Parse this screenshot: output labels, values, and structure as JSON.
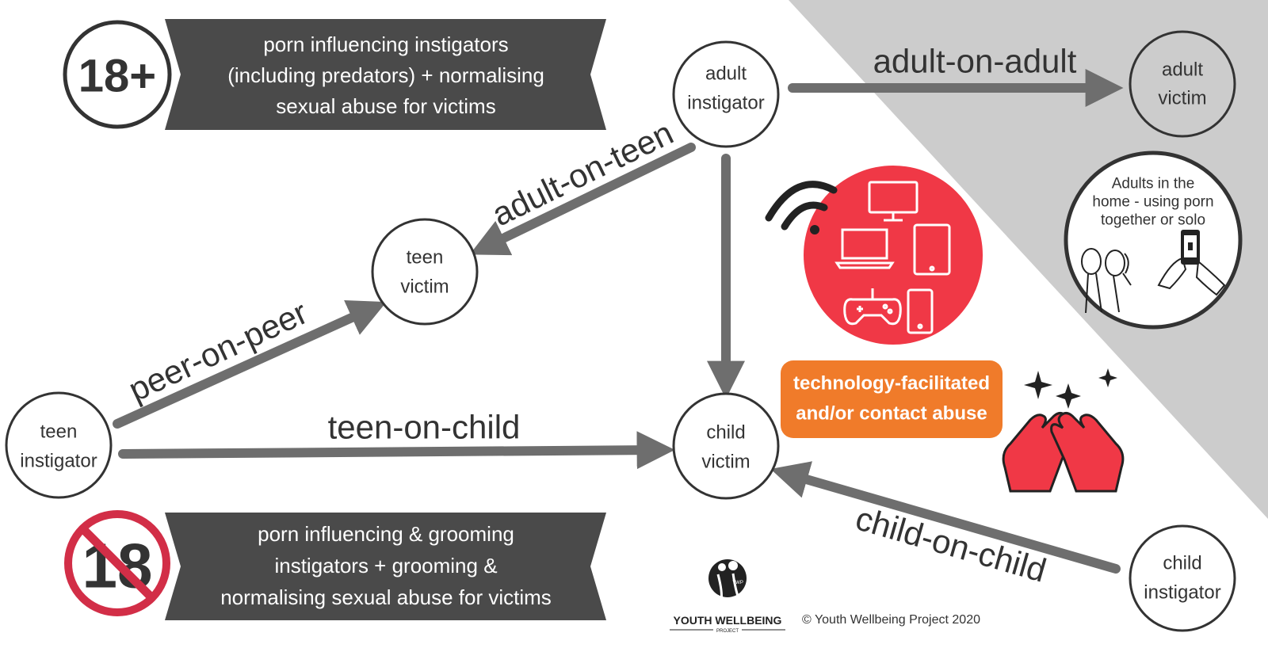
{
  "colors": {
    "banner": "#4a4a4a",
    "arrow": "#6e6e6e",
    "grey_region": "#cccccc",
    "device_circle": "#f03846",
    "tech_box": "#f07b2a",
    "text": "#333333",
    "no_sign": "#d22e47"
  },
  "banners": {
    "adult": {
      "lines": [
        "porn influencing instigators",
        "(including predators) + normalising",
        "sexual abuse for victims"
      ]
    },
    "child": {
      "lines": [
        "porn influencing & grooming",
        "instigators + grooming &",
        "normalising sexual abuse for victims"
      ]
    }
  },
  "badges": {
    "adult": "18+",
    "child": "18"
  },
  "nodes": {
    "adult_instigator": [
      "adult",
      "instigator"
    ],
    "adult_victim": [
      "adult",
      "victim"
    ],
    "teen_victim": [
      "teen",
      "victim"
    ],
    "teen_instigator": [
      "teen",
      "instigator"
    ],
    "child_victim": [
      "child",
      "victim"
    ],
    "child_instigator": [
      "child",
      "instigator"
    ]
  },
  "edges": {
    "adult_on_adult": "adult-on-adult",
    "adult_on_teen": "adult-on-teen",
    "peer_on_peer": "peer-on-peer",
    "teen_on_child": "teen-on-child",
    "child_on_child": "child-on-child"
  },
  "tech_box": {
    "lines": [
      "technology-facilitated",
      "and/or contact abuse"
    ]
  },
  "home_circle": {
    "lines": [
      "Adults in the",
      "home - using porn",
      "together or solo"
    ]
  },
  "icons": [
    "wifi-icon",
    "monitor-icon",
    "laptop-icon",
    "tablet-icon",
    "game-controller-icon",
    "smartphone-icon",
    "couple-icon",
    "hand-phone-icon",
    "red-hands-icon",
    "sparkle-icon"
  ],
  "logo": {
    "name": "YOUTH WELLBEING",
    "sub": "PROJECT",
    "mark": "YWP"
  },
  "copyright": "© Youth Wellbeing Project 2020"
}
